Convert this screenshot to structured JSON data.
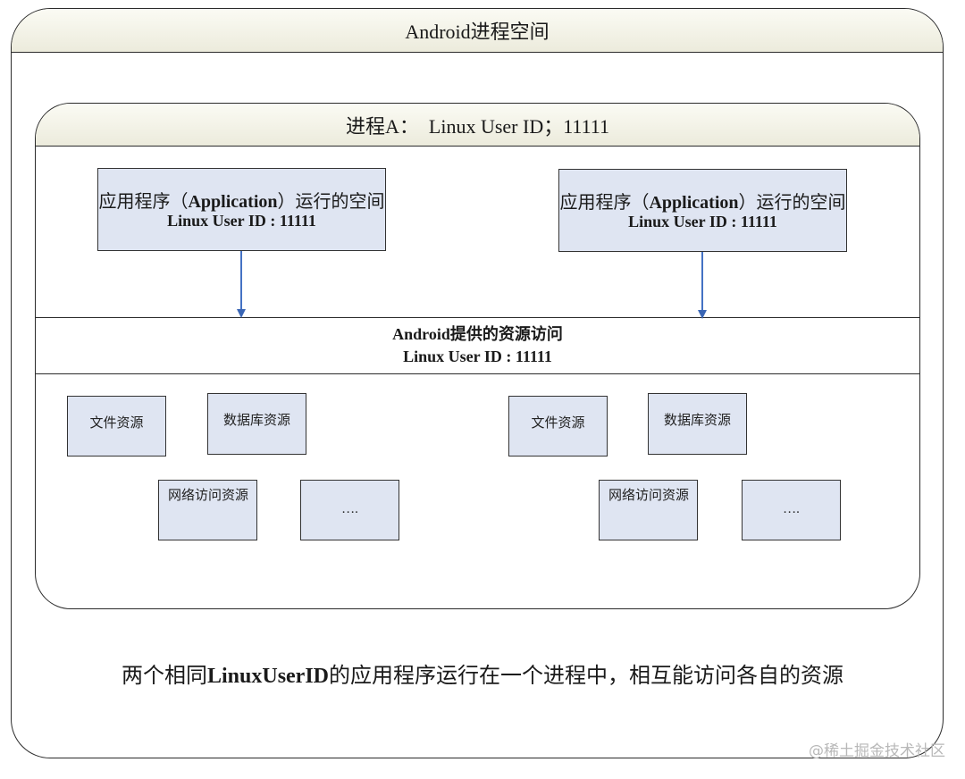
{
  "outer_title": "Android进程空间",
  "process_title": "进程A：  Linux User ID；11111",
  "apps": [
    {
      "title_prefix": "应用程序（",
      "title_bold": "Application",
      "title_suffix": "）运行的空间",
      "uid": "Linux User ID : 11111"
    },
    {
      "title_prefix": "应用程序（",
      "title_bold": "Application",
      "title_suffix": "）运行的空间",
      "uid": "Linux User ID : 11111"
    }
  ],
  "provider": {
    "title": "Android提供的资源访问",
    "uid": "Linux User ID : 11111"
  },
  "resources_left": [
    "文件资源",
    "数据库资源",
    "网络访问资源",
    "…."
  ],
  "resources_right": [
    "文件资源",
    "数据库资源",
    "网络访问资源",
    "…."
  ],
  "caption": {
    "prefix": "两个相同",
    "bold": "LinuxUserID",
    "suffix": "的应用程序运行在一个进程中，相互能访问各自的资源"
  },
  "watermark": "@稀土掘金技术社区",
  "colors": {
    "box_fill": "#dfe5f2",
    "header_fill": "#ecebdc",
    "arrow": "#4472c4"
  }
}
